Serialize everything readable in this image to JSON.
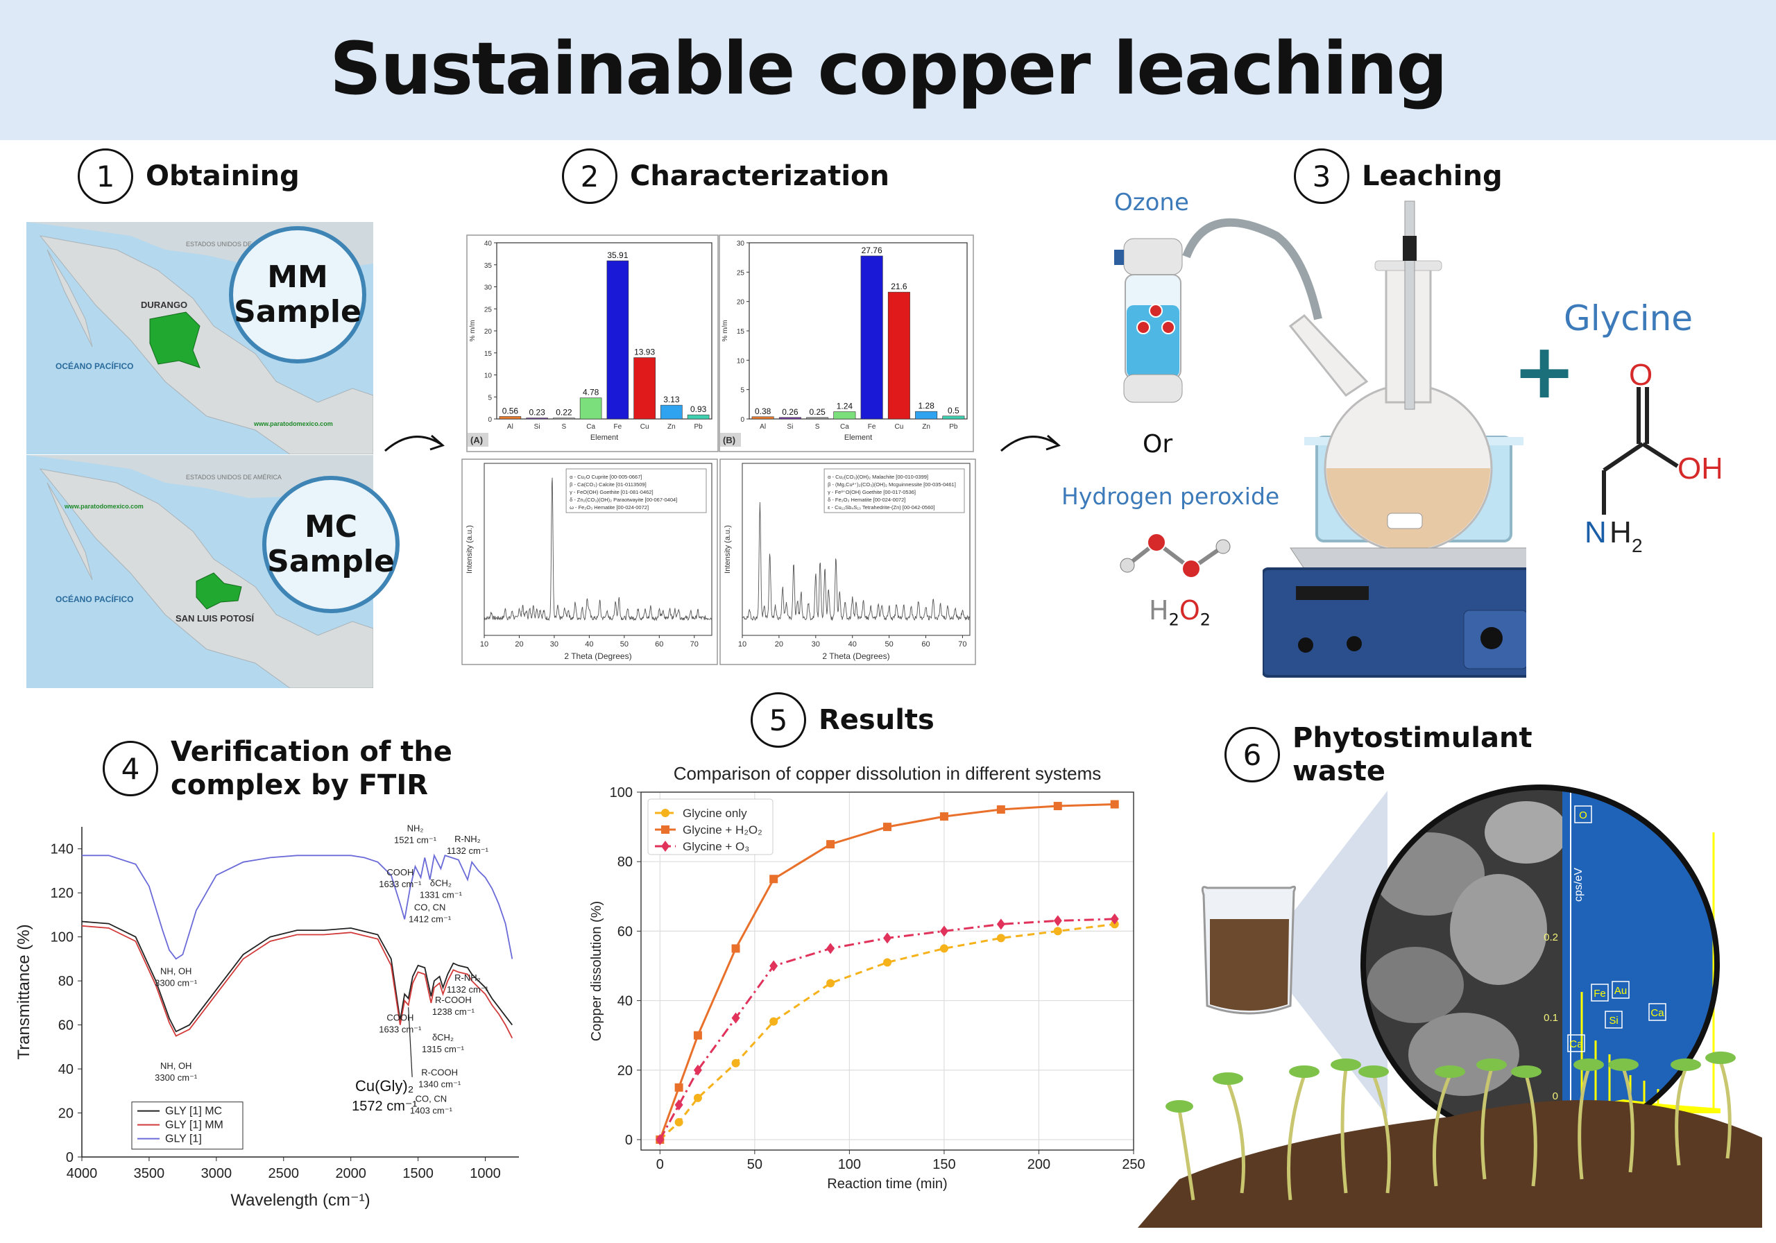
{
  "title": "Sustainable copper leaching",
  "steps": {
    "s1": {
      "num": "1",
      "label": "Obtaining"
    },
    "s2": {
      "num": "2",
      "label": "Characterization"
    },
    "s3": {
      "num": "3",
      "label": "Leaching"
    },
    "s4": {
      "num": "4",
      "label": "Verification of the complex by FTIR"
    },
    "s5": {
      "num": "5",
      "label": "Results"
    },
    "s6": {
      "num": "6",
      "label": "Phytostimulant waste"
    }
  },
  "maps": {
    "top": {
      "bubble_line1": "MM",
      "bubble_line2": "Sample",
      "state": "DURANGO",
      "ocean": "OCÉANO PACÍFICO",
      "country_label": "ESTADOS UNIDOS DE AMÉRICA",
      "site": "www.paratodomexico.com"
    },
    "bottom": {
      "bubble_line1": "MC",
      "bubble_line2": "Sample",
      "state": "SAN LUIS POTOSÍ",
      "ocean": "OCÉANO PACÍFICO",
      "country_label": "ESTADOS UNIDOS DE AMÉRICA",
      "site": "www.paratodomexico.com"
    }
  },
  "leaching": {
    "ozone": "Ozone",
    "or": "Or",
    "h2o2_label": "Hydrogen peroxide",
    "h2o2_formula_h": "H",
    "h2o2_formula_2a": "2",
    "h2o2_formula_o": "O",
    "h2o2_formula_2b": "2",
    "glycine": "Glycine",
    "plus": "+",
    "atom_o": "O",
    "atom_oh": "OH",
    "atom_n": "N",
    "atom_h2": "H",
    "atom_h2_sub": "2"
  },
  "colors": {
    "banner": "#dde9f7",
    "accent_blue": "#3c7ab9",
    "teal": "#1a6f7a",
    "oxygen_red": "#d62a2a",
    "glycine_only": "#f5b21b",
    "glycine_h2o2": "#e8702a",
    "glycine_o3": "#e0325a"
  },
  "chart_data": [
    {
      "id": "xrf_A",
      "type": "bar",
      "panel": "(A)",
      "categories": [
        "Al",
        "Si",
        "S",
        "Ca",
        "Fe",
        "Cu",
        "Zn",
        "Pb"
      ],
      "values": [
        0.56,
        0.23,
        0.22,
        4.78,
        35.91,
        13.93,
        3.13,
        0.93
      ],
      "value_labels": [
        "0.56",
        "0.23",
        "0.22",
        "4.78",
        "35.91",
        "13.93",
        "3.13",
        "0.93"
      ],
      "bar_colors": [
        "#e87b2e",
        "#7a3fa8",
        "#999999",
        "#7be07b",
        "#1a1ad6",
        "#e01a1a",
        "#2fa3f0",
        "#3fd0b0"
      ],
      "xlabel": "Element",
      "ylabel": "% m/m",
      "ylim": [
        0,
        40
      ],
      "yticks": [
        "0",
        "5",
        "10",
        "15",
        "20",
        "25",
        "30",
        "35",
        "40"
      ]
    },
    {
      "id": "xrf_B",
      "type": "bar",
      "panel": "(B)",
      "categories": [
        "Al",
        "Si",
        "S",
        "Ca",
        "Fe",
        "Cu",
        "Zn",
        "Pb"
      ],
      "values": [
        0.38,
        0.26,
        0.25,
        1.24,
        27.76,
        21.6,
        1.28,
        0.5
      ],
      "value_labels": [
        "0.38",
        "0.26",
        "0.25",
        "1.24",
        "27.76",
        "21.6",
        "1.28",
        "0.5"
      ],
      "bar_colors": [
        "#e87b2e",
        "#7a3fa8",
        "#999999",
        "#7be07b",
        "#1a1ad6",
        "#e01a1a",
        "#2fa3f0",
        "#3fd0b0"
      ],
      "xlabel": "Element",
      "ylabel": "% m/m",
      "ylim": [
        0,
        30
      ],
      "yticks": [
        "0",
        "5",
        "10",
        "15",
        "20",
        "25",
        "30"
      ]
    },
    {
      "id": "xrd_A",
      "type": "line",
      "xlabel": "2 Theta (Degrees)",
      "ylabel": "Intensity (a.u.)",
      "xlim": [
        10,
        75
      ],
      "xticks": [
        "10",
        "20",
        "30",
        "40",
        "50",
        "60",
        "70"
      ],
      "legend": [
        "α - Cu₂O Cuprite [00-005-0667]",
        "β - Ca(CO₃) Calcite [01-0113509]",
        "γ - FeO(OH) Goethite [01-081-0462]",
        "δ - Zn₂(CO₃)(OH)₂ Paraotwayite [00-067-0404]",
        "ω - Fe₂O₃ Hematite [00-024-0072]"
      ],
      "peaks": [
        [
          12,
          4
        ],
        [
          16,
          6
        ],
        [
          18,
          5
        ],
        [
          20,
          7
        ],
        [
          21,
          9
        ],
        [
          22,
          5
        ],
        [
          23,
          6
        ],
        [
          24,
          8
        ],
        [
          25,
          7
        ],
        [
          26,
          6
        ],
        [
          27,
          5
        ],
        [
          29.4,
          100
        ],
        [
          31,
          8
        ],
        [
          33,
          7
        ],
        [
          34,
          6
        ],
        [
          36,
          11
        ],
        [
          38,
          7
        ],
        [
          39.4,
          14
        ],
        [
          40,
          6
        ],
        [
          43,
          12
        ],
        [
          45,
          5
        ],
        [
          47.5,
          12
        ],
        [
          48.5,
          14
        ],
        [
          51,
          6
        ],
        [
          54,
          7
        ],
        [
          56,
          6
        ],
        [
          57.5,
          8
        ],
        [
          60,
          6
        ],
        [
          61,
          5
        ],
        [
          63,
          7
        ],
        [
          64.5,
          6
        ],
        [
          65.5,
          7
        ],
        [
          69,
          4
        ],
        [
          71,
          5
        ]
      ]
    },
    {
      "id": "xrd_B",
      "type": "line",
      "xlabel": "2 Theta (Degrees)",
      "ylabel": "Intensity (a.u.)",
      "xlim": [
        10,
        72
      ],
      "xticks": [
        "10",
        "20",
        "30",
        "40",
        "50",
        "60",
        "70"
      ],
      "legend": [
        "α - Cu₂(CO₃)(OH)₂ Malachite [00-010-0399]",
        "β - (Mg,Cu²⁺)₂(CO₃)(OH)₂ Mcguinnessite [00-035-0461]",
        "γ - Fe³⁺O(OH) Goethite [00-017-0536]",
        "δ - Fe₂O₃ Hematite [00-024-0072]",
        "ε - Cu₁₂Sb₄S₁₃ Tetrahedrite-(Zn) [00-042-0560]"
      ],
      "peaks": [
        [
          12,
          5
        ],
        [
          14.8,
          80
        ],
        [
          16,
          8
        ],
        [
          17.5,
          45
        ],
        [
          19,
          8
        ],
        [
          21,
          22
        ],
        [
          22,
          10
        ],
        [
          24,
          38
        ],
        [
          25,
          12
        ],
        [
          26,
          18
        ],
        [
          28,
          10
        ],
        [
          30,
          30
        ],
        [
          31.2,
          40
        ],
        [
          32.5,
          34
        ],
        [
          33.5,
          20
        ],
        [
          35.5,
          42
        ],
        [
          36.5,
          18
        ],
        [
          38,
          12
        ],
        [
          40,
          14
        ],
        [
          41,
          10
        ],
        [
          43,
          12
        ],
        [
          45,
          8
        ],
        [
          47,
          10
        ],
        [
          48,
          9
        ],
        [
          50,
          8
        ],
        [
          52,
          10
        ],
        [
          54,
          9
        ],
        [
          56,
          8
        ],
        [
          58,
          12
        ],
        [
          60,
          8
        ],
        [
          62,
          13
        ],
        [
          64,
          9
        ],
        [
          66,
          8
        ],
        [
          68,
          7
        ],
        [
          70,
          6
        ]
      ]
    },
    {
      "id": "ftir",
      "type": "line",
      "xlabel": "Wavelength (cm⁻¹)",
      "ylabel": "Transmittance (%)",
      "xlim": [
        4000,
        750
      ],
      "ylim": [
        0,
        150
      ],
      "xticks": [
        "4000",
        "3500",
        "3000",
        "2500",
        "2000",
        "1500",
        "1000"
      ],
      "yticks": [
        "0",
        "20",
        "40",
        "60",
        "80",
        "100",
        "120",
        "140"
      ],
      "series": [
        {
          "name": "GLY [1] MC",
          "color": "#222222",
          "x": [
            4000,
            3800,
            3600,
            3450,
            3350,
            3300,
            3200,
            3000,
            2800,
            2600,
            2400,
            2200,
            2000,
            1800,
            1700,
            1633,
            1600,
            1572,
            1540,
            1500,
            1450,
            1403,
            1380,
            1340,
            1315,
            1280,
            1238,
            1200,
            1132,
            1100,
            1050,
            1000,
            950,
            900,
            850,
            800
          ],
          "y": [
            107,
            106,
            100,
            80,
            63,
            57,
            60,
            76,
            92,
            100,
            103,
            103,
            104,
            101,
            90,
            62,
            74,
            72,
            82,
            87,
            86,
            73,
            80,
            82,
            77,
            83,
            88,
            87,
            86,
            83,
            80,
            77,
            72,
            68,
            64,
            60
          ]
        },
        {
          "name": "GLY [1] MM",
          "color": "#d23a3a",
          "x": [
            4000,
            3800,
            3600,
            3450,
            3350,
            3300,
            3200,
            3000,
            2800,
            2600,
            2400,
            2200,
            2000,
            1800,
            1700,
            1633,
            1600,
            1572,
            1540,
            1500,
            1450,
            1403,
            1380,
            1340,
            1315,
            1280,
            1238,
            1200,
            1132,
            1100,
            1050,
            1000,
            950,
            900,
            850,
            800
          ],
          "y": [
            105,
            104,
            98,
            78,
            61,
            55,
            58,
            74,
            90,
            98,
            101,
            101,
            102,
            99,
            87,
            60,
            71,
            69,
            79,
            84,
            83,
            70,
            77,
            79,
            74,
            80,
            85,
            84,
            83,
            80,
            77,
            74,
            69,
            65,
            60,
            54
          ]
        },
        {
          "name": "GLY [1]",
          "color": "#6a6ad8",
          "x": [
            4000,
            3800,
            3600,
            3500,
            3400,
            3350,
            3300,
            3250,
            3150,
            3000,
            2800,
            2600,
            2400,
            2200,
            2000,
            1900,
            1800,
            1700,
            1633,
            1600,
            1560,
            1521,
            1480,
            1450,
            1412,
            1380,
            1331,
            1300,
            1200,
            1132,
            1100,
            1050,
            1000,
            950,
            900,
            850,
            800
          ],
          "y": [
            137,
            137,
            133,
            123,
            103,
            94,
            90,
            92,
            112,
            128,
            134,
            136,
            137,
            137,
            137,
            136,
            134,
            128,
            115,
            108,
            122,
            132,
            127,
            136,
            126,
            137,
            131,
            137,
            135,
            126,
            134,
            130,
            127,
            122,
            115,
            106,
            90
          ]
        }
      ],
      "annotations": [
        {
          "lines": [
            "NH₂",
            "1521 cm⁻¹"
          ],
          "x": 1521,
          "y": 148
        },
        {
          "lines": [
            "R-NH₂",
            "1132 cm⁻¹"
          ],
          "x": 1132,
          "y": 143
        },
        {
          "lines": [
            "COOH",
            "1633 cm⁻¹"
          ],
          "x": 1633,
          "y": 128
        },
        {
          "lines": [
            "δCH₂",
            "1331 cm⁻¹"
          ],
          "x": 1331,
          "y": 123
        },
        {
          "lines": [
            "CO, CN",
            "1412 cm⁻¹"
          ],
          "x": 1412,
          "y": 112
        },
        {
          "lines": [
            "NH, OH",
            "3300 cm⁻¹"
          ],
          "x": 3300,
          "y": 83
        },
        {
          "lines": [
            "R-NH₂",
            "1132 cm⁻¹"
          ],
          "x": 1132,
          "y": 80
        },
        {
          "lines": [
            "R-COOH",
            "1238 cm⁻¹"
          ],
          "x": 1238,
          "y": 70
        },
        {
          "lines": [
            "COOH",
            "1633 cm⁻¹"
          ],
          "x": 1633,
          "y": 62
        },
        {
          "lines": [
            "δCH₂",
            "1315 cm⁻¹"
          ],
          "x": 1315,
          "y": 53
        },
        {
          "lines": [
            "NH, OH",
            "3300 cm⁻¹"
          ],
          "x": 3300,
          "y": 40
        },
        {
          "lines": [
            "R-COOH",
            "1340 cm⁻¹"
          ],
          "x": 1340,
          "y": 37
        },
        {
          "lines": [
            "CO, CN",
            "1403 cm⁻¹"
          ],
          "x": 1403,
          "y": 25
        }
      ],
      "complex_label": [
        "Cu(Gly)₂",
        "1572 cm⁻¹"
      ]
    },
    {
      "id": "dissolution",
      "type": "line",
      "title": "Comparison of copper dissolution in different systems",
      "xlabel": "Reaction time (min)",
      "ylabel": "Copper dissolution (%)",
      "xlim": [
        -10,
        250
      ],
      "ylim": [
        -3,
        100
      ],
      "xticks": [
        0,
        50,
        100,
        150,
        200,
        250
      ],
      "yticks": [
        0,
        20,
        40,
        60,
        80,
        100
      ],
      "grid": true,
      "legend_position": "top-left",
      "series": [
        {
          "name": "Glycine only",
          "color": "#f5b21b",
          "marker": "circle",
          "dash": "10,7",
          "x": [
            0,
            10,
            20,
            40,
            60,
            90,
            120,
            150,
            180,
            210,
            240
          ],
          "y": [
            0,
            5,
            12,
            22,
            34,
            45,
            51,
            55,
            58,
            60,
            62
          ]
        },
        {
          "name": "Glycine + H₂O₂",
          "color": "#e8702a",
          "marker": "square",
          "dash": "",
          "x": [
            0,
            10,
            20,
            40,
            60,
            90,
            120,
            150,
            180,
            210,
            240
          ],
          "y": [
            0,
            15,
            30,
            55,
            75,
            85,
            90,
            93,
            95,
            96,
            96.5
          ]
        },
        {
          "name": "Glycine + O₃",
          "color": "#e0325a",
          "marker": "diamond",
          "dash": "14,6,3,6",
          "x": [
            0,
            10,
            20,
            40,
            60,
            90,
            120,
            150,
            180,
            210,
            240
          ],
          "y": [
            0,
            10,
            20,
            35,
            50,
            55,
            58,
            60,
            62,
            63,
            63.5
          ]
        }
      ]
    },
    {
      "id": "edx",
      "type": "line",
      "ylabel": "cps/eV",
      "yticks": [
        "0",
        "0.1",
        "0.2"
      ],
      "element_labels": [
        "O",
        "Fe",
        "Au",
        "Si",
        "Ca",
        "Ca"
      ]
    }
  ]
}
